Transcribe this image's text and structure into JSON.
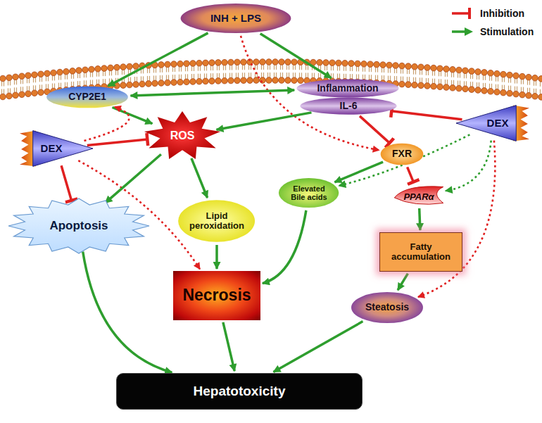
{
  "diagram": {
    "nodes": [
      {
        "text": [
          "INH + LPS"
        ]
      },
      {
        "text": [
          "CYP2E1"
        ]
      },
      {
        "text": [
          "Inflammation"
        ]
      },
      {
        "text": [
          "IL-6"
        ]
      },
      {
        "text": [
          "DEX"
        ]
      },
      {
        "text": [
          "ROS"
        ]
      },
      {
        "text": [
          "FXR"
        ]
      },
      {
        "text": [
          "DEX"
        ]
      },
      {
        "text": [
          "Elevated Bile acids"
        ]
      },
      {
        "text": [
          "PPARα"
        ]
      },
      {
        "text": [
          "Apoptosis"
        ]
      },
      {
        "text": [
          "Lipid peroxidation"
        ]
      },
      {
        "text": [
          "Fatty accumulation"
        ]
      },
      {
        "text": [
          "Necrosis"
        ]
      },
      {
        "text": [
          "Steatosis"
        ]
      },
      {
        "text": [
          "Hepatotoxicity"
        ]
      }
    ],
    "edges": [
      {
        "from": 0,
        "to": 1,
        "arrow": "to"
      },
      {
        "from": 0,
        "to": 2,
        "arrow": "to"
      },
      {
        "from": 0,
        "to": 6,
        "arrow": "to"
      },
      {
        "from": 1,
        "to": 2,
        "arrow": "both"
      },
      {
        "from": 1,
        "to": 5,
        "arrow": "to"
      },
      {
        "from": 3,
        "to": 5,
        "arrow": "to"
      },
      {
        "from": 3,
        "to": 6,
        "arrow": "to"
      },
      {
        "from": 4,
        "to": 5,
        "arrow": "to"
      },
      {
        "from": 4,
        "to": 1,
        "arrow": "to"
      },
      {
        "from": 4,
        "to": 10,
        "arrow": "to"
      },
      {
        "from": 4,
        "to": 13,
        "arrow": "to"
      },
      {
        "from": 5,
        "to": 10,
        "arrow": "to"
      },
      {
        "from": 5,
        "to": 11,
        "arrow": "to"
      },
      {
        "from": 6,
        "to": 8,
        "arrow": "to"
      },
      {
        "from": 6,
        "to": 9,
        "arrow": "to"
      },
      {
        "from": 7,
        "to": 3,
        "arrow": "to"
      },
      {
        "from": 7,
        "to": 8,
        "arrow": "to"
      },
      {
        "from": 7,
        "to": 9,
        "arrow": "to"
      },
      {
        "from": 7,
        "to": 14,
        "arrow": "to"
      },
      {
        "from": 8,
        "to": 13,
        "arrow": "to"
      },
      {
        "from": 9,
        "to": 12,
        "arrow": "to"
      },
      {
        "from": 11,
        "to": 13,
        "arrow": "to"
      },
      {
        "from": 12,
        "to": 14,
        "arrow": "to"
      },
      {
        "from": 10,
        "to": 15,
        "arrow": "to"
      },
      {
        "from": 13,
        "to": 15,
        "arrow": "to"
      },
      {
        "from": 14,
        "to": 15,
        "arrow": "to"
      }
    ],
    "legend": [
      {
        "text": "Inhibition"
      },
      {
        "text": "Stimulation"
      }
    ]
  }
}
